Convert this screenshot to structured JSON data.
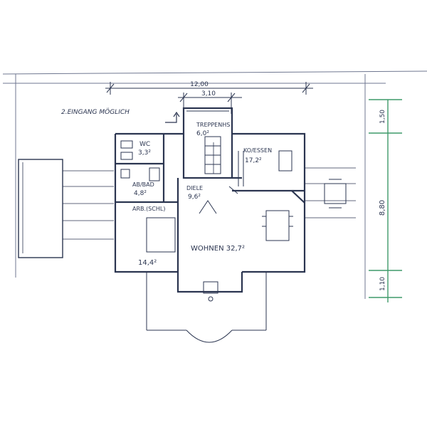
{
  "dimensions": {
    "total_width": "12,00",
    "stair_width": "3,10",
    "depth_top": "1,50",
    "depth_total": "8,80",
    "depth_bottom": "1,10"
  },
  "annotation": "2.EINGANG MÖGLICH",
  "rooms": [
    {
      "key": "treppenhaus",
      "name": "TREPPENHS",
      "area": "6,0²"
    },
    {
      "key": "wc",
      "name": "WC",
      "area": "3,3²"
    },
    {
      "key": "ko_essen",
      "name": "KO/ESSEN",
      "area": "17,2²"
    },
    {
      "key": "bad",
      "name": "AB/BAD",
      "area": "4,8²"
    },
    {
      "key": "diele",
      "name": "DIELE",
      "area": "9,6²"
    },
    {
      "key": "arb_schl",
      "name": "ARB.(SCHL)",
      "area": "14,4²"
    },
    {
      "key": "wohnen",
      "name": "WOHNEN 32,7²",
      "area": ""
    }
  ],
  "colors": {
    "ink": "#2b3550",
    "grid_green": "#3f9a6a",
    "paper": "#ffffff"
  }
}
